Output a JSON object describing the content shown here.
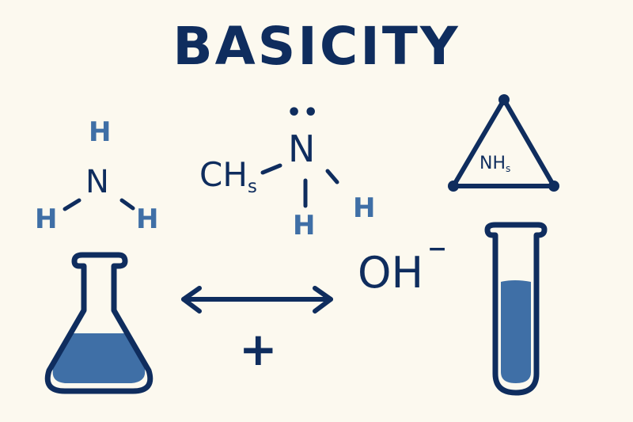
{
  "title": "BASICITY",
  "colors": {
    "background": "#fcf9ef",
    "navy": "#0f2d5e",
    "blue": "#3f6fa6"
  },
  "ammonia": {
    "center": "N",
    "hydrogens": [
      "H",
      "H",
      "H"
    ]
  },
  "methylamine": {
    "lone_pair": "••",
    "center": "N",
    "methyl": "CH",
    "methyl_subscript": "s",
    "hydrogens": [
      "H",
      "H"
    ]
  },
  "triangle_label": {
    "main": "NH",
    "subscript": "s"
  },
  "hydroxide": {
    "formula": "OH",
    "charge": "−"
  },
  "plus_sign": "+",
  "icons": {
    "flask": "erlenmeyer-flask-icon",
    "test_tube": "test-tube-icon",
    "arrow": "double-headed-arrow-icon",
    "triangle": "triangle-icon"
  }
}
